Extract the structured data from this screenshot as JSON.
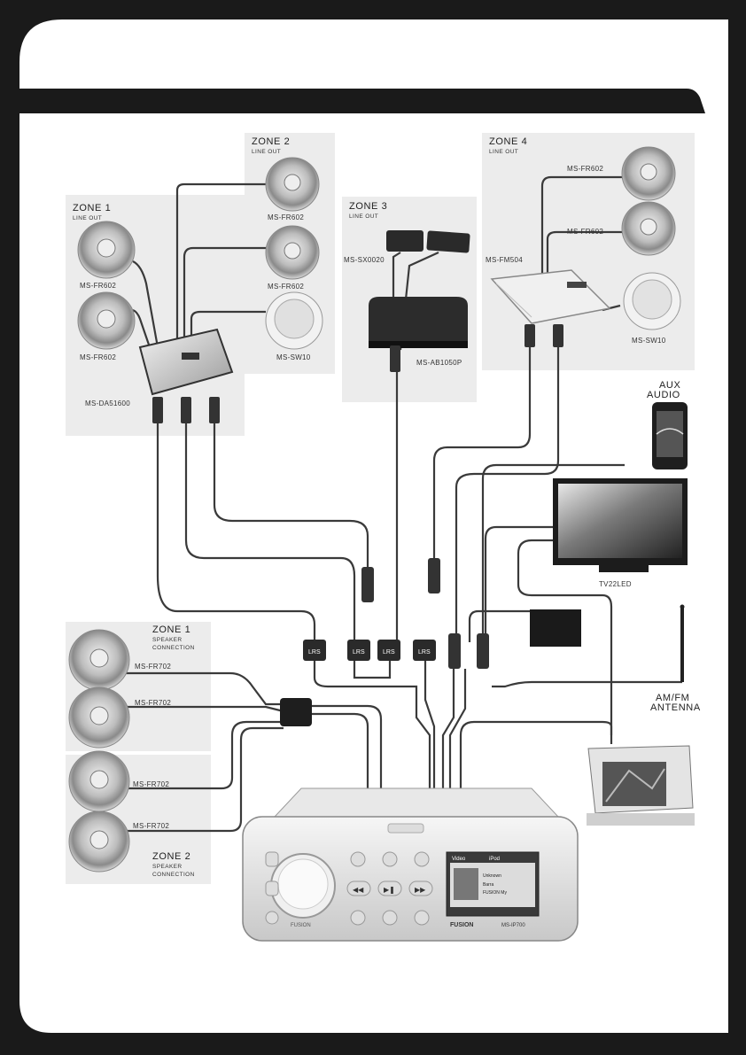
{
  "zones": {
    "zone1_line": {
      "title": "ZONE 1",
      "subtitle": "LINE OUT"
    },
    "zone2_line": {
      "title": "ZONE 2",
      "subtitle": "LINE OUT"
    },
    "zone3_line": {
      "title": "ZONE 3",
      "subtitle": "LINE OUT"
    },
    "zone4_line": {
      "title": "ZONE 4",
      "subtitle": "LINE OUT"
    },
    "zone1_speaker": {
      "title": "ZONE 1",
      "line1": "SPEAKER",
      "line2": "CONNECTION"
    },
    "zone2_speaker": {
      "title": "ZONE 2",
      "line1": "SPEAKER",
      "line2": "CONNECTION"
    }
  },
  "labels": {
    "z1_spk_a": "MS-FR602",
    "z1_spk_b": "MS-FR602",
    "z1_amp": "MS-DA51600",
    "z2_spk_a": "MS-FR602",
    "z2_spk_b": "MS-FR602",
    "z2_sub": "MS-SW10",
    "z3_sensor": "MS-SX0020",
    "z3_amp": "MS-AB1050P",
    "z4_spk_a": "MS-FR602",
    "z4_spk_b": "MS-FR602",
    "z4_amp": "MS-FM504",
    "z4_sub": "MS-SW10",
    "aux_line1": "AUX",
    "aux_line2": "AUDIO",
    "tv": "TV22LED",
    "antenna_line1": "AM/FM",
    "antenna_line2": "ANTENNA",
    "spk_z1_a": "MS-FR702",
    "spk_z1_b": "MS-FR702",
    "spk_z2_a": "MS-FR702",
    "spk_z2_b": "MS-FR702",
    "lrs": "LRS",
    "head_model": "MS-IP700",
    "head_brand": "FUSION",
    "knob_label": "FUSION"
  },
  "screen": {
    "line1": "Video",
    "line2": "iPod",
    "line3": "Unknown",
    "line4": "Barra",
    "line5": "FUSION My"
  },
  "colors": {
    "frame": "#1a1a1a",
    "zone_panel": "#ececec",
    "cable": "#3a3a3a"
  }
}
